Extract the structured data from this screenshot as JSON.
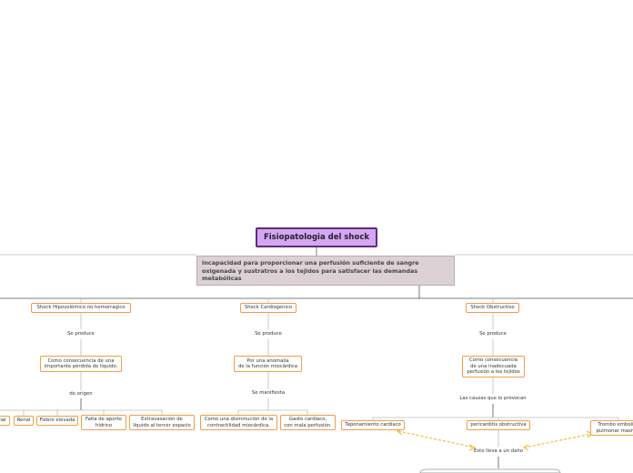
{
  "root": {
    "title": "Fisiopatologia del shock"
  },
  "definition": {
    "text": "Incapacidad para proporcionar una perfusión suficiente de sangre\noxigenada y sustratros a los tejidos para satisfacer las demandas\nmetabólicas"
  },
  "branches": {
    "hypovolemic": {
      "title": "Shock Hipovolémico no hemorragico",
      "link1": "Se produce",
      "cause": "Como consecuencia de una\nimportante pérdida de líquido.",
      "link2": "de origen",
      "origins": [
        "nal",
        "Renal",
        "Fiebre elevada",
        "Falta de aporte\nhídrico",
        "Extravasación de\nlíquido al tercer espacio"
      ]
    },
    "cardiogenic": {
      "title": "Shock Cardiogenico",
      "link1": "Se produce",
      "cause": "Por una anomalía\nde la función miocárdica",
      "link2": "Se manifiesta",
      "effects": [
        "Como una disminución de la\ncontractilidad miocárdica.",
        "Gasto cardiaco,\ncon mala perfusión."
      ]
    },
    "obstructive": {
      "title": "Shock Obstructivo",
      "link1": "Se produce",
      "cause": "Como consecuencia\nde una inadecuada\nperfusión a los tejidos",
      "link2": "Las causas que lo provocan",
      "causes": [
        "Taponamiento cardiaco",
        "pericarditis obstructiva",
        "Trombo emboli\npulmonar masiv"
      ],
      "result": "Esto lleva a un daño"
    }
  }
}
